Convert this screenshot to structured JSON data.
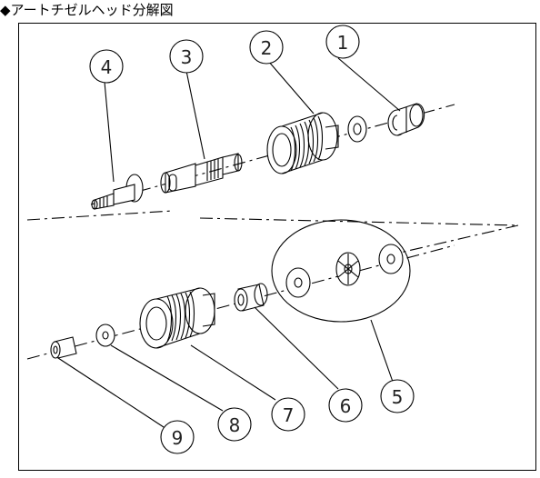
{
  "title": "◆アートチゼルヘッド分解図",
  "callouts": [
    "1",
    "2",
    "3",
    "4",
    "5",
    "6",
    "7",
    "8",
    "9"
  ]
}
